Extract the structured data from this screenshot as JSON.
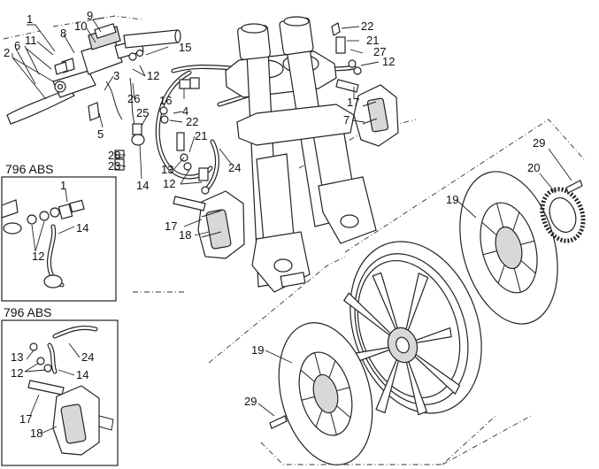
{
  "diagram": {
    "title": "Front brake system exploded view",
    "callouts": [
      {
        "id": "c1",
        "text": "1"
      },
      {
        "id": "c9",
        "text": "9"
      },
      {
        "id": "c10",
        "text": "10"
      },
      {
        "id": "c8",
        "text": "8"
      },
      {
        "id": "c11",
        "text": "11"
      },
      {
        "id": "c6",
        "text": "6"
      },
      {
        "id": "c2",
        "text": "2"
      },
      {
        "id": "c3",
        "text": "3"
      },
      {
        "id": "c5",
        "text": "5"
      },
      {
        "id": "c15",
        "text": "15"
      },
      {
        "id": "c12a",
        "text": "12"
      },
      {
        "id": "c26",
        "text": "26"
      },
      {
        "id": "c25",
        "text": "25"
      },
      {
        "id": "c16",
        "text": "16"
      },
      {
        "id": "c4",
        "text": "4"
      },
      {
        "id": "c22a",
        "text": "22"
      },
      {
        "id": "c21a",
        "text": "21"
      },
      {
        "id": "c28",
        "text": "28"
      },
      {
        "id": "c23",
        "text": "23"
      },
      {
        "id": "c14",
        "text": "14"
      },
      {
        "id": "c13",
        "text": "13"
      },
      {
        "id": "c12b",
        "text": "12"
      },
      {
        "id": "c24",
        "text": "24"
      },
      {
        "id": "c17a",
        "text": "17"
      },
      {
        "id": "c18a",
        "text": "18"
      },
      {
        "id": "c22b",
        "text": "22"
      },
      {
        "id": "c21b",
        "text": "21"
      },
      {
        "id": "c27",
        "text": "27"
      },
      {
        "id": "c12c",
        "text": "12"
      },
      {
        "id": "c17b",
        "text": "17"
      },
      {
        "id": "c7",
        "text": "7"
      },
      {
        "id": "c29a",
        "text": "29"
      },
      {
        "id": "c20",
        "text": "20"
      },
      {
        "id": "c19a",
        "text": "19"
      },
      {
        "id": "c19b",
        "text": "19"
      },
      {
        "id": "c29b",
        "text": "29"
      }
    ]
  },
  "inset_top": {
    "title": "796 ABS",
    "callouts": [
      {
        "text": "1"
      },
      {
        "text": "14"
      },
      {
        "text": "12"
      }
    ]
  },
  "inset_bottom": {
    "title": "796 ABS",
    "callouts": [
      {
        "text": "13"
      },
      {
        "text": "24"
      },
      {
        "text": "12"
      },
      {
        "text": "14"
      },
      {
        "text": "17"
      },
      {
        "text": "18"
      }
    ]
  }
}
